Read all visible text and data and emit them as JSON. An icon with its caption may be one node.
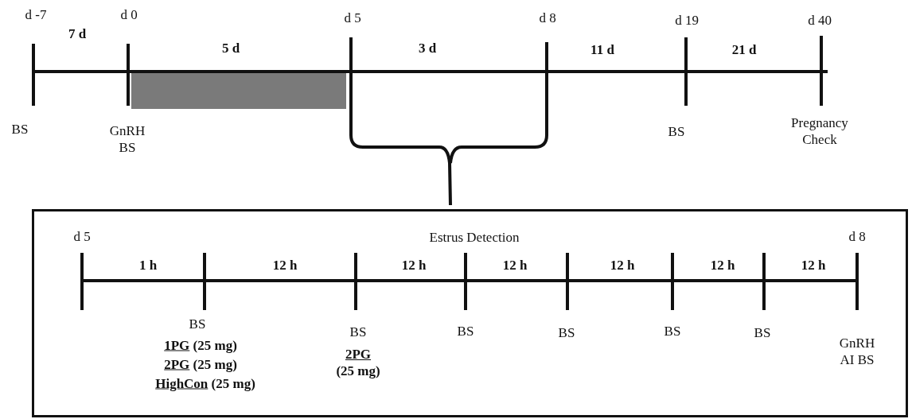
{
  "diagram": {
    "nodes": [
      {
        "text": [
          "Estrus Detection"
        ]
      },
      {
        "text": [],
        "shape": "bar"
      }
    ],
    "labels": [
      "d -7",
      "7 d",
      "d 0",
      "5 d",
      "d 5",
      "3 d",
      "d 8",
      "11 d",
      "d 19",
      "21 d",
      "d 40",
      "BS",
      "GnRH BS",
      "BS",
      "Pregnancy Check",
      "d 5",
      "d 8",
      "1 h",
      "12 h",
      "12 h",
      "12 h",
      "12 h",
      "12 h",
      "12 h",
      "BS",
      "1PG (25 mg)",
      "2PG (25 mg)",
      "HighCon (25 mg)",
      "BS",
      "2PG (25 mg)",
      "BS",
      "BS",
      "BS",
      "BS",
      "GnRH AI BS"
    ]
  }
}
